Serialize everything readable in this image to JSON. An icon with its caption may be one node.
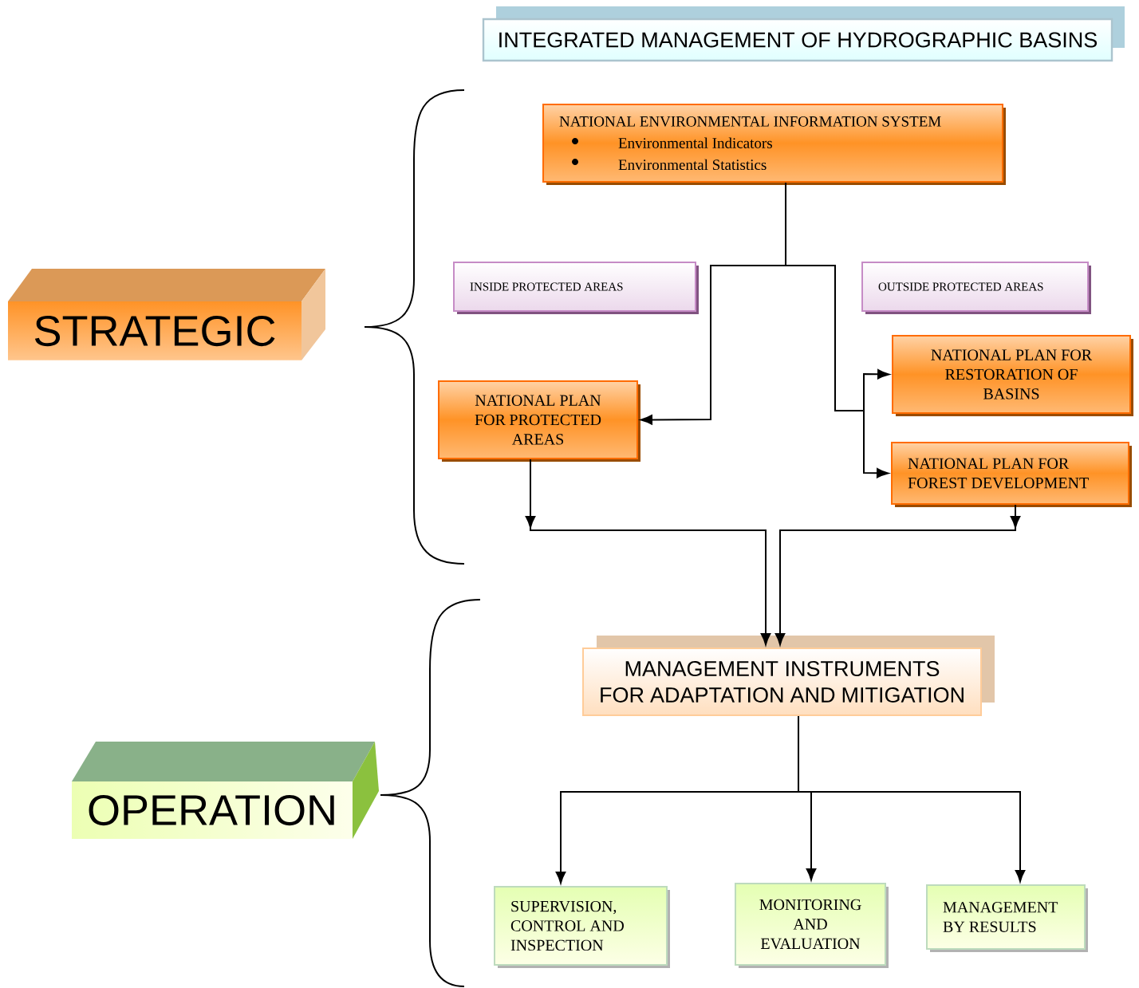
{
  "diagram": {
    "nodes": [
      {
        "text": [
          "INTEGRATED MANAGEMENT OF HYDROGRAPHIC BASINS"
        ]
      },
      {
        "text": [
          "NATIONAL ENVIRONMENTAL INFORMATION SYSTEM",
          "Environmental Indicators",
          "Environmental Statistics"
        ]
      },
      {
        "text": [
          "STRATEGIC"
        ]
      },
      {
        "text": [
          "INSIDE PROTECTED AREAS"
        ]
      },
      {
        "text": [
          "OUTSIDE PROTECTED AREAS"
        ]
      },
      {
        "text": [
          "NATIONAL PLAN FOR RESTORATION OF BASINS"
        ]
      },
      {
        "text": [
          "NATIONAL PLAN FOR PROTECTED AREAS"
        ]
      },
      {
        "text": [
          "NATIONAL PLAN FOR FOREST DEVELOPMENT"
        ]
      },
      {
        "text": [
          "MANAGEMENT INSTRUMENTS FOR ADAPTATION AND MITIGATION"
        ]
      },
      {
        "text": [
          "OPERATION"
        ]
      },
      {
        "text": [
          "SUPERVISION, CONTROL AND INSPECTION"
        ]
      },
      {
        "text": [
          "MONITORING AND EVALUATION"
        ]
      },
      {
        "text": [
          "MANAGEMENT BY RESULTS"
        ]
      }
    ],
    "edges": [
      {
        "from": 1,
        "to": 6,
        "arrow": "to"
      },
      {
        "from": 1,
        "to": 5,
        "arrow": "to"
      },
      {
        "from": 1,
        "to": 7,
        "arrow": "to"
      },
      {
        "from": 6,
        "to": 8,
        "arrow": "to"
      },
      {
        "from": 7,
        "to": 8,
        "arrow": "to"
      },
      {
        "from": 8,
        "to": 10,
        "arrow": "to"
      },
      {
        "from": 8,
        "to": 11,
        "arrow": "to"
      },
      {
        "from": 8,
        "to": 12,
        "arrow": "to"
      }
    ]
  }
}
